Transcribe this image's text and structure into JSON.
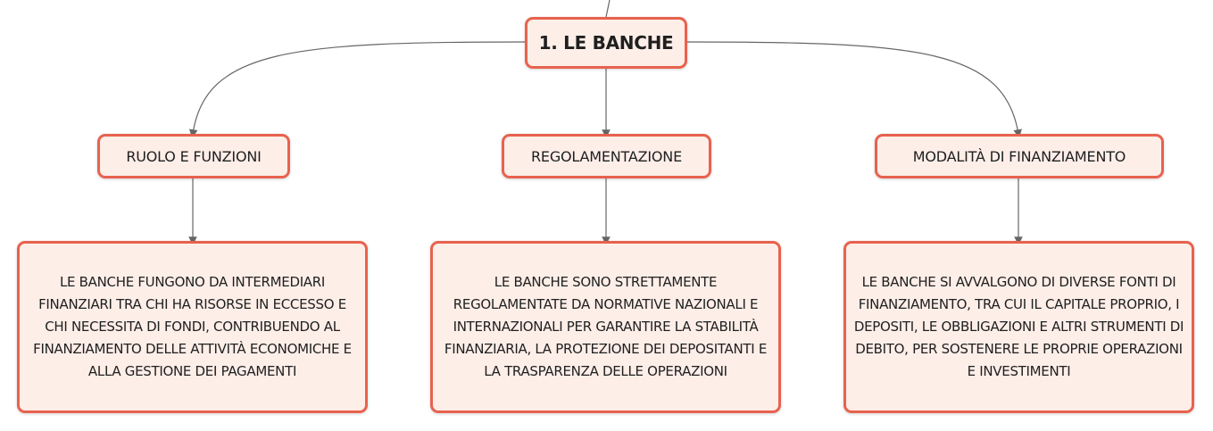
{
  "theme": {
    "node_border": "#e8624e",
    "node_fill": "#fdeee8",
    "connector": "#666666"
  },
  "root": {
    "label": "1. LE BANCHE"
  },
  "branches": [
    {
      "label": "RUOLO E FUNZIONI",
      "detail": "LE BANCHE FUNGONO DA INTERMEDIARI FINANZIARI TRA CHI HA RISORSE IN ECCESSO E CHI NECESSITA DI FONDI, CONTRIBUENDO AL FINANZIAMENTO DELLE ATTIVITÀ ECONOMICHE E ALLA GESTIONE DEI PAGAMENTI"
    },
    {
      "label": "REGOLAMENTAZIONE",
      "detail": "LE BANCHE SONO STRETTAMENTE REGOLAMENTATE DA NORMATIVE NAZIONALI E INTERNAZIONALI PER GARANTIRE LA STABILITÀ FINANZIARIA, LA PROTEZIONE DEI DEPOSITANTI E LA TRASPARENZA DELLE OPERAZIONI"
    },
    {
      "label": "MODALITÀ DI FINANZIAMENTO",
      "detail": "LE BANCHE SI AVVALGONO DI DIVERSE FONTI DI FINANZIAMENTO, TRA CUI IL CAPITALE PROPRIO, I DEPOSITI, LE OBBLIGAZIONI E ALTRI STRUMENTI DI DEBITO, PER SOSTENERE LE PROPRIE OPERAZIONI E INVESTIMENTI"
    }
  ]
}
